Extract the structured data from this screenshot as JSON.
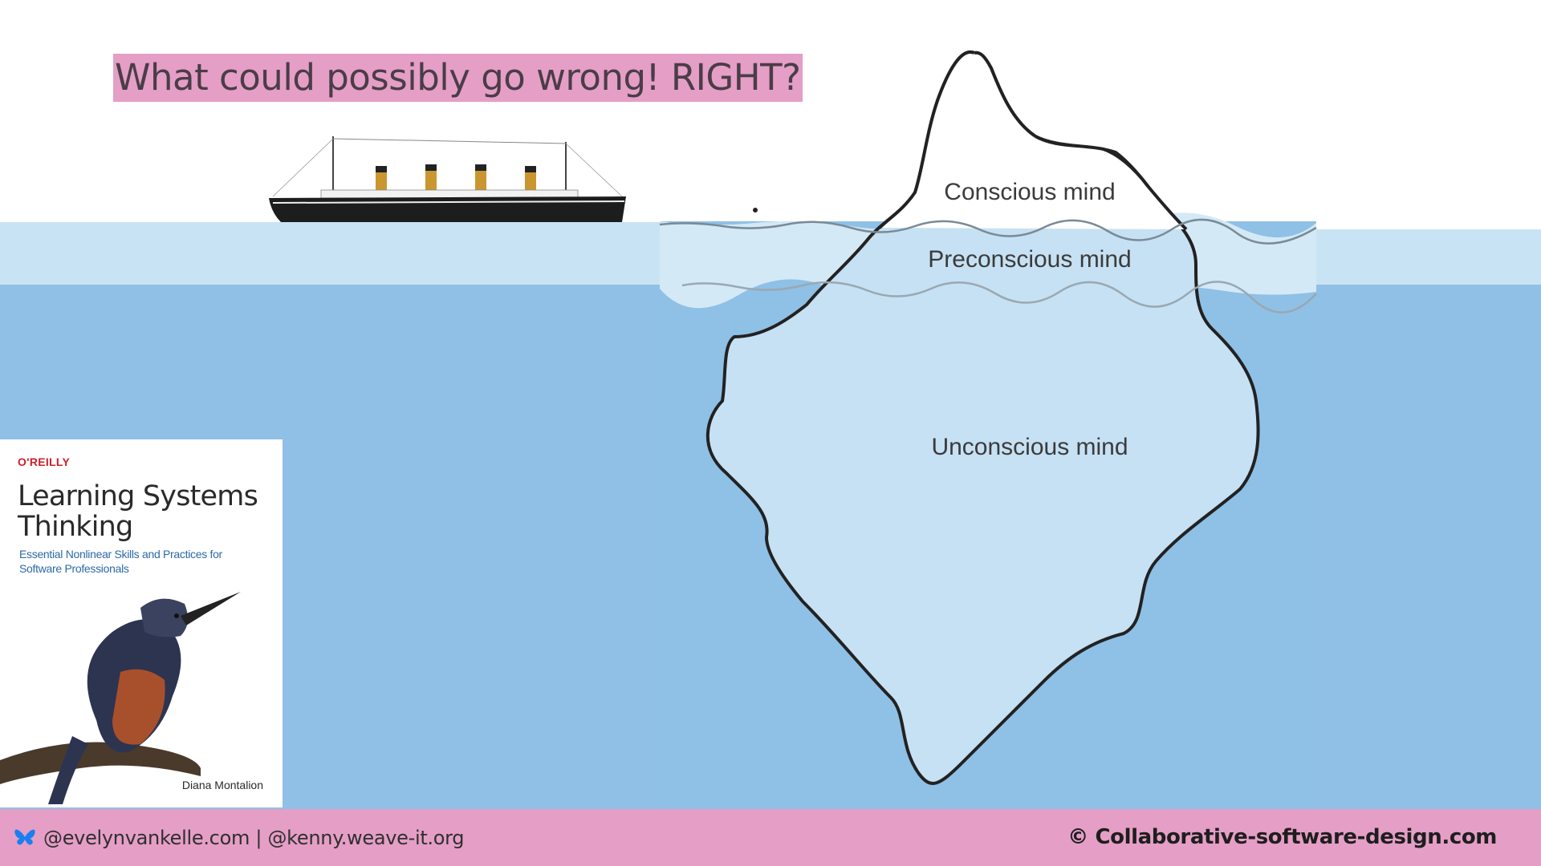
{
  "slide": {
    "title": "What could possibly go wrong! RIGHT?"
  },
  "iceberg": {
    "levels": [
      {
        "label": "Conscious mind"
      },
      {
        "label": "Preconscious mind"
      },
      {
        "label": "Unconscious mind"
      }
    ]
  },
  "book": {
    "publisher": "O'REILLY",
    "title": "Learning Systems Thinking",
    "subtitle": "Essential Nonlinear Skills and Practices for Software Professionals",
    "author": "Diana Montalion"
  },
  "footer": {
    "social_icon": "bluesky-butterfly-icon",
    "handles": "@evelynvankelle.com | @kenny.weave-it.org",
    "copyright": "© Collaborative-software-design.com"
  },
  "colors": {
    "accent_pink": "#e59ec6",
    "sea_surface": "#c8e4f4",
    "sea_deep": "#90c0e6",
    "iceberg_fill": "#c6e1f3"
  }
}
